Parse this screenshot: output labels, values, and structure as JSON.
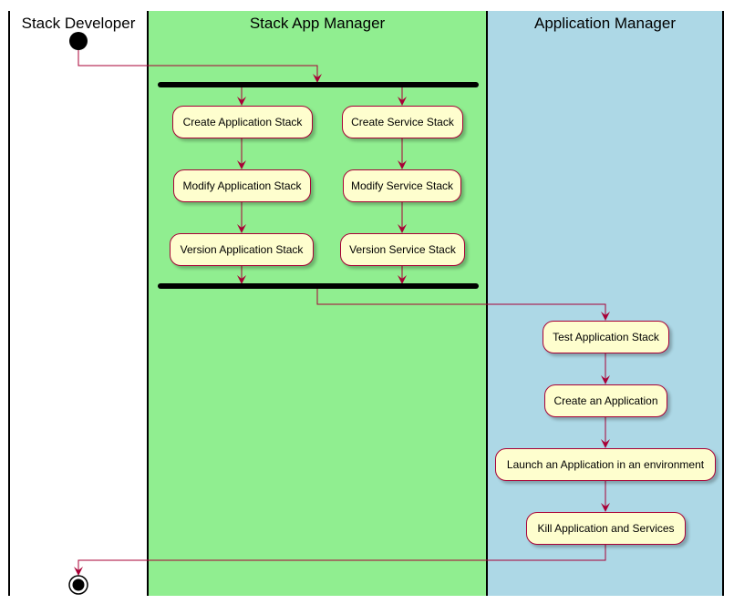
{
  "swimlanes": [
    {
      "title": "Stack Developer",
      "color": "#FFFFFF"
    },
    {
      "title": "Stack App Manager",
      "color": "#90EE90"
    },
    {
      "title": "Application Manager",
      "color": "#ADD8E6"
    }
  ],
  "actions": {
    "create_app_stack": "Create Application Stack",
    "modify_app_stack": "Modify Application Stack",
    "version_app_stack": "Version Application Stack",
    "create_service_stack": "Create Service Stack",
    "modify_service_stack": "Modify Service Stack",
    "version_service_stack": "Version Service Stack",
    "test_app_stack": "Test Application Stack",
    "create_application": "Create an Application",
    "launch_application": "Launch an Application in an environment",
    "kill_application": "Kill Application and Services"
  },
  "colors": {
    "arrow": "#A80036",
    "activity_fill": "#FEFECE",
    "bar": "#000000"
  }
}
